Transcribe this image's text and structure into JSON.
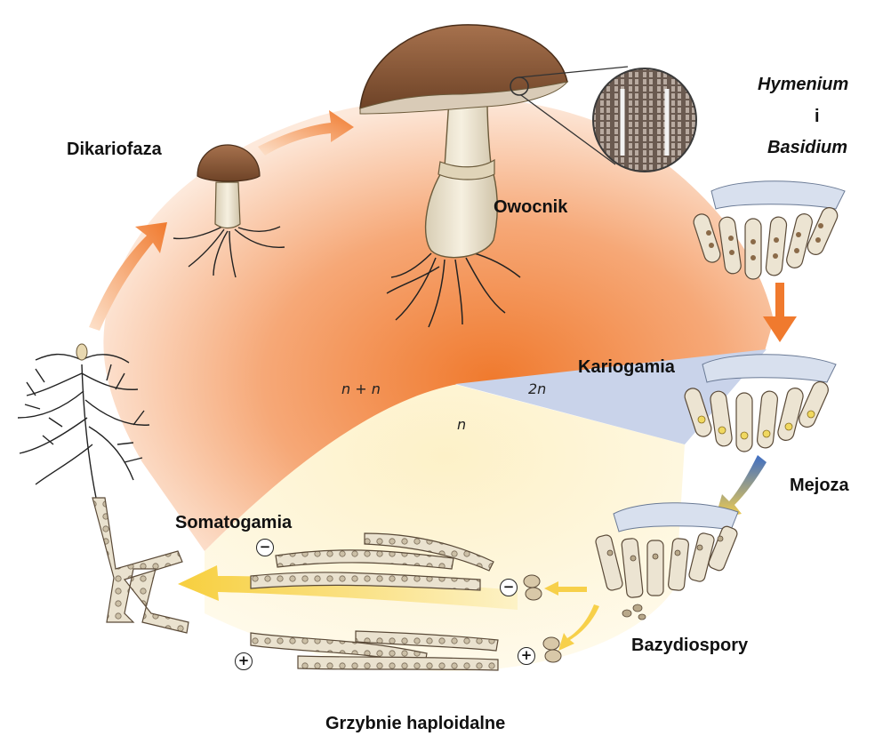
{
  "labels": {
    "dikariofaza": "Dikariofaza",
    "owocnik": "Owocnik",
    "hymenium": "Hymenium",
    "i": "i",
    "basidium": "Basidium",
    "kariogamia": "Kariogamia",
    "mejoza": "Mejoza",
    "somatogamia": "Somatogamia",
    "bazydiospory": "Bazydiospory",
    "grzybnie": "Grzybnie haploidalne"
  },
  "ploidy": {
    "dikaryon": "n + n",
    "diploid": "2n",
    "haploid": "n"
  },
  "mating_signs": {
    "minus": "−",
    "plus": "+"
  },
  "colors": {
    "dikaryon_phase": "#f07a2e",
    "diploid_phase": "#c9d3ea",
    "haploid_phase": "#fdf3cf",
    "arrow_orange": "#f07a2e",
    "arrow_yellow": "#f7d04a",
    "cap": "#8a5a3a",
    "stalk": "#efe6d2"
  }
}
